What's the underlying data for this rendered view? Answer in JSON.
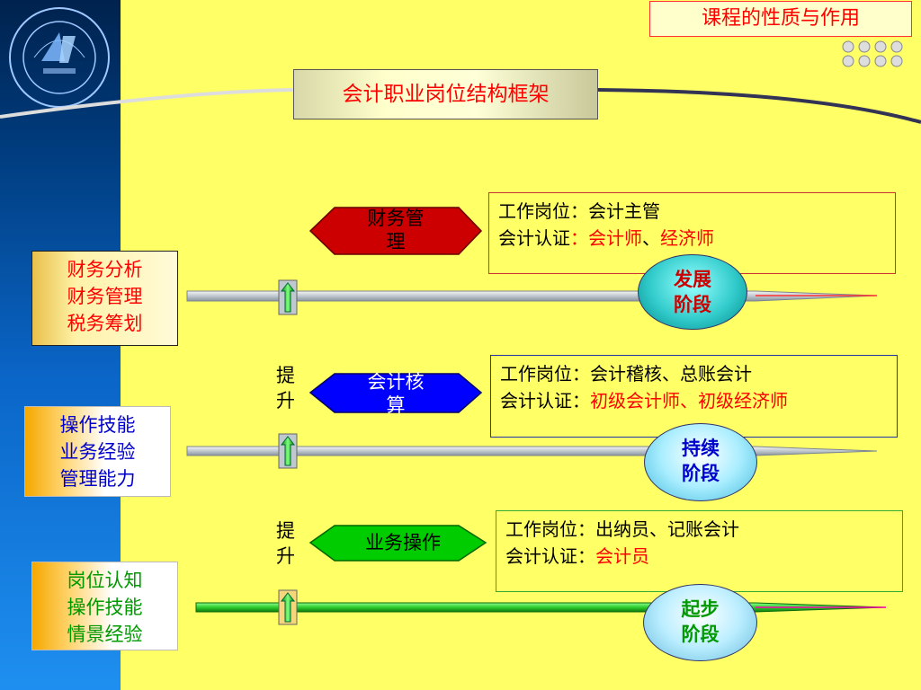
{
  "header": {
    "section_label": "课程的性质与作用"
  },
  "title": "会计职业岗位结构框架",
  "levels": [
    {
      "skills": [
        "财务分析",
        "财务管理",
        "税务筹划"
      ],
      "role": "财务管理",
      "role_line1": "财务管",
      "role_line2": "理",
      "position_prefix": "工作岗位：",
      "position_value": "会计主管",
      "cert_prefix": "会计认证",
      "cert_red": "：会计师",
      "cert_sep": "、",
      "cert_red2": "经济师",
      "stage_line1": "发展",
      "stage_line2": "阶段",
      "colors": {
        "hexagon": "#cc0000",
        "box_border": "#cc3333"
      }
    },
    {
      "skills": [
        "操作技能",
        "业务经验",
        "管理能力"
      ],
      "role": "会计核算",
      "role_line1": "会计核",
      "role_line2": "算",
      "position_prefix": "工作岗位：",
      "position_value": "会计稽核、总账会计",
      "cert_prefix": "会计认证：",
      "cert_red": "初级会计师、初级经济师",
      "stage_line1": "持续",
      "stage_line2": "阶段",
      "colors": {
        "hexagon": "#0000ff",
        "box_border": "#2233aa"
      }
    },
    {
      "skills": [
        "岗位认知",
        "操作技能",
        "情景经验"
      ],
      "role": "业务操作",
      "position_prefix": "工作岗位：",
      "position_value": "出纳员、记账会计",
      "cert_prefix": "会计认证：",
      "cert_red": "会计员",
      "stage_line1": "起步",
      "stage_line2": "阶段",
      "colors": {
        "hexagon": "#00cc00",
        "box_border": "#33aa33"
      }
    }
  ],
  "promote": {
    "line1": "提",
    "line2": "升"
  },
  "colors": {
    "background": "#ffff66",
    "sidebar": "#0a66c8",
    "accent_red": "#ff0000",
    "arrow_green": "#00cc00"
  }
}
